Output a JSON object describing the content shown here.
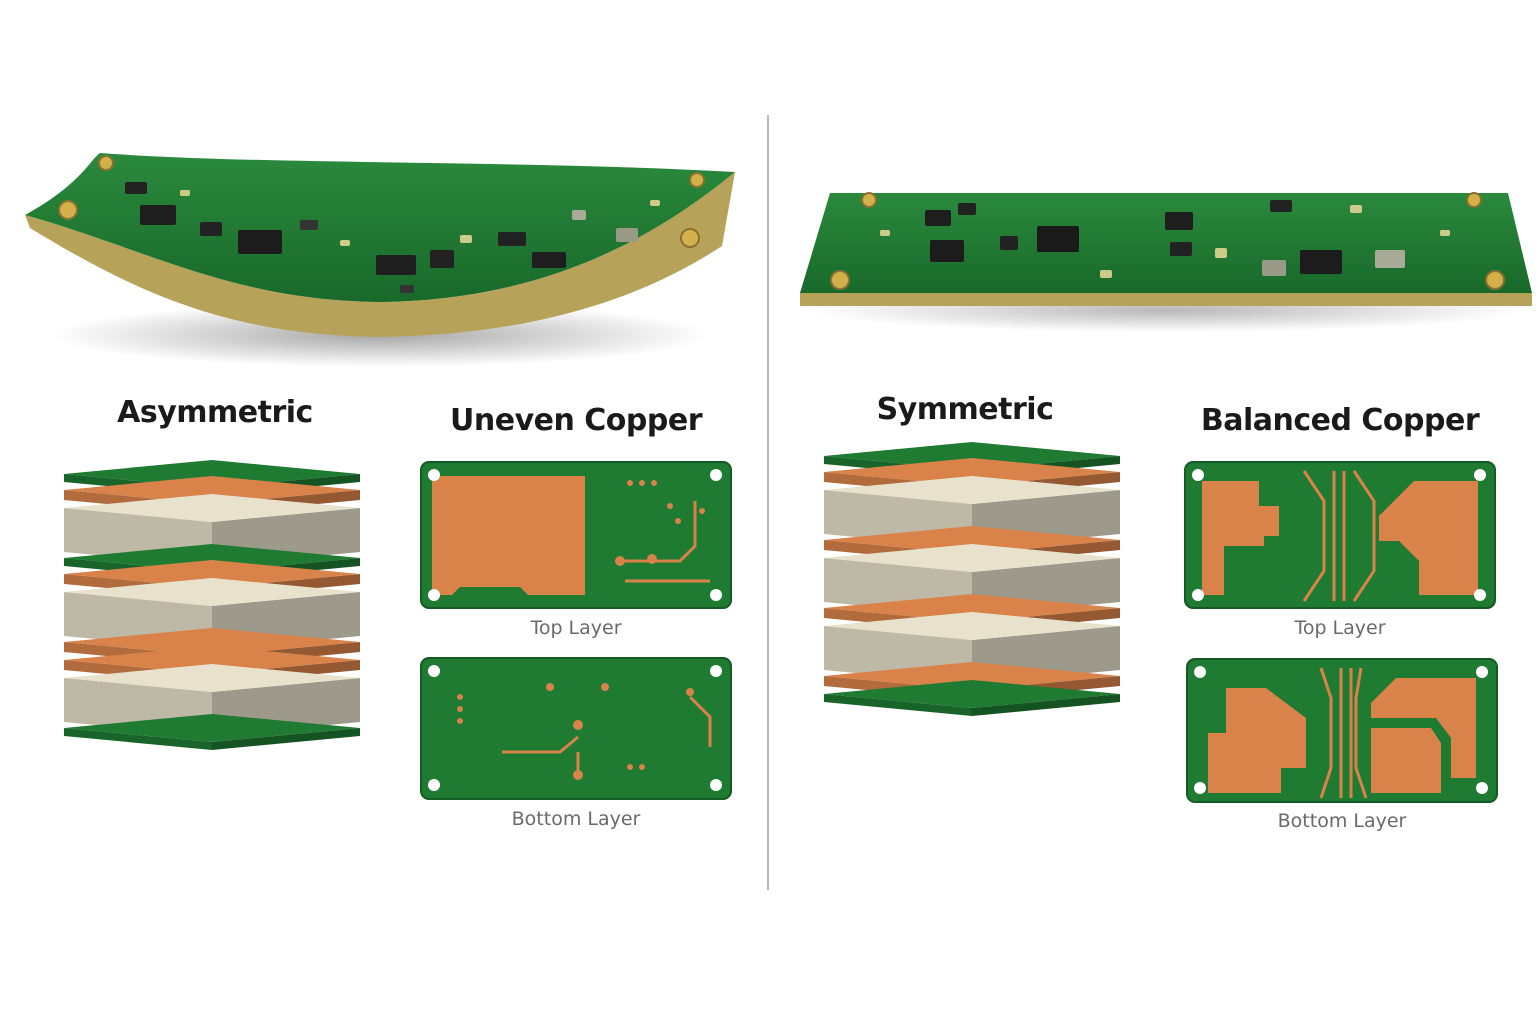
{
  "left_panel": {
    "title": "Asymmetric",
    "copper_title": "Uneven Copper",
    "top_layer_label": "Top Layer",
    "bottom_layer_label": "Bottom Layer",
    "stack_layers": [
      "soldermask",
      "copper",
      "core",
      "soldermask",
      "copper",
      "core",
      "copper",
      "copper",
      "core",
      "soldermask"
    ]
  },
  "right_panel": {
    "title": "Symmetric",
    "copper_title": "Balanced Copper",
    "top_layer_label": "Top Layer",
    "bottom_layer_label": "Bottom Layer",
    "stack_layers": [
      "soldermask",
      "copper",
      "core",
      "copper",
      "core",
      "copper",
      "core",
      "copper",
      "soldermask"
    ]
  },
  "colors": {
    "soldermask": "#1f7a32",
    "copper": "#d9834a",
    "core": "#e8e2cc",
    "edge_gold": "#c9b26a"
  }
}
